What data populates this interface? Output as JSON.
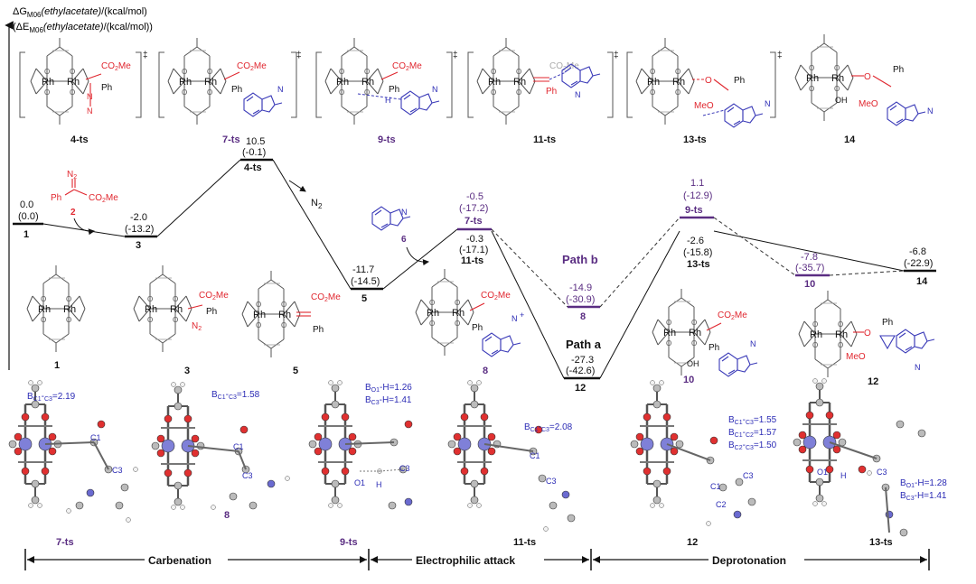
{
  "axis": {
    "label1_pre": "ΔG",
    "label1_sub": "M06",
    "label1_italic": "(ethylacetate)",
    "label1_unit": "/(kcal/mol)",
    "label2_pre": "(ΔE",
    "label2_sub": "M06",
    "label2_italic": "(ethylacetate)",
    "label2_unit": "/(kcal/mol))"
  },
  "top_labels": {
    "ts4": "4-ts",
    "ts7": "7-ts",
    "ts9": "9-ts",
    "ts11": "11-ts",
    "ts13": "13-ts",
    "i14": "14",
    "dagger": "‡"
  },
  "levels": {
    "l1": {
      "g": "0.0",
      "e": "(0.0)",
      "name": "1"
    },
    "l3": {
      "g": "-2.0",
      "e": "(-13.2)",
      "name": "3"
    },
    "l4ts": {
      "g": "10.5",
      "e": "(-0.1)",
      "name": "4-ts"
    },
    "l5": {
      "g": "-11.7",
      "e": "(-14.5)",
      "name": "5"
    },
    "l7ts": {
      "g": "-0.5",
      "e": "(-17.2)",
      "name": "7-ts"
    },
    "l11ts": {
      "g": "-0.3",
      "e": "(-17.1)",
      "name": "11-ts"
    },
    "l8": {
      "g": "-14.9",
      "e": "(-30.9)",
      "name": "8"
    },
    "l12": {
      "g": "-27.3",
      "e": "(-42.6)",
      "name": "12"
    },
    "l9ts": {
      "g": "1.1",
      "e": "(-12.9)",
      "name": "9-ts"
    },
    "l13ts": {
      "g": "-2.6",
      "e": "(-15.8)",
      "name": "13-ts"
    },
    "l10": {
      "g": "-7.8",
      "e": "(-35.7)",
      "name": "10"
    },
    "l14": {
      "g": "-6.8",
      "e": "(-22.9)",
      "name": "14"
    }
  },
  "annotations": {
    "n2": "N",
    "n2_sub": "2",
    "path_a": "Path a",
    "path_b": "Path b",
    "reagent2": "2",
    "reagent6": "6",
    "co2me": "CO",
    "co2me_sub": "2",
    "co2me_end": "Me",
    "ph": "Ph",
    "rh": "Rh",
    "n": "N",
    "me": "Me",
    "o": "O",
    "h": "H",
    "oh": "OH",
    "meo": "MeO",
    "plus": "+"
  },
  "struct_labels": {
    "s1": "1",
    "s3": "3",
    "s5": "5",
    "s8": "8",
    "s10": "10",
    "s12": "12"
  },
  "geom_labels": {
    "g7ts": "7-ts",
    "g8": "8",
    "g9ts": "9-ts",
    "g11ts": "11-ts",
    "g12": "12",
    "g13ts": "13-ts",
    "b7ts": "C1-C3=2.19",
    "b8": "C1-C3=1.58",
    "b9ts_1": "O1-H=1.26",
    "b9ts_2": "C3-H=1.41",
    "b11ts": "C1-C3=2.08",
    "b12_1": "C1-C3=1.55",
    "b12_2": "C1-C2=1.57",
    "b12_3": "C2-C3=1.50",
    "b13ts_1": "O1-H=1.28",
    "b13ts_2": "C3-H=1.41",
    "bprefix": "B",
    "atom_c1": "C1",
    "atom_c2": "C2",
    "atom_c3": "C3",
    "atom_o1": "O1",
    "atom_h": "H"
  },
  "stages": {
    "carbenation": "Carbenation",
    "electrophilic": "Electrophilic attack",
    "deprotonation": "Deprotonation"
  }
}
